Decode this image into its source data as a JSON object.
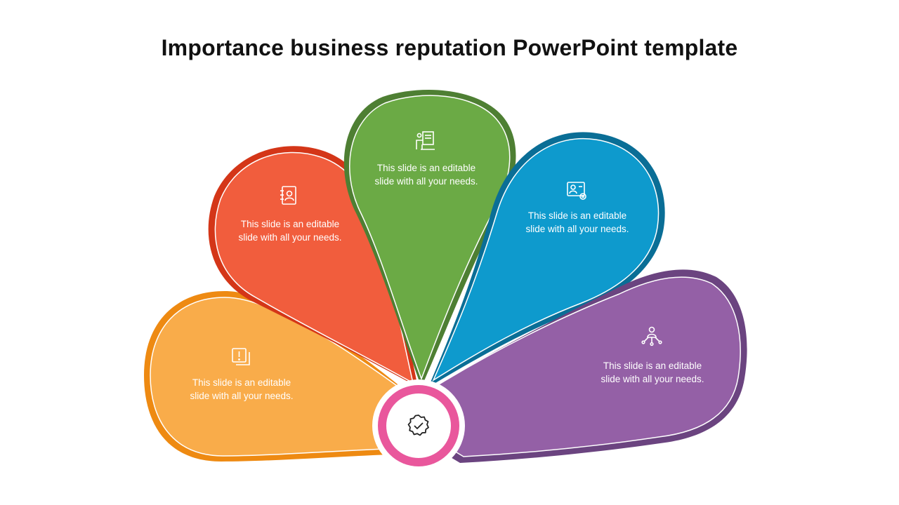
{
  "title": "Importance business reputation PowerPoint template",
  "colors": {
    "orange": "#F9AC4A",
    "orange_border": "#EE8A12",
    "red": "#F15D3D",
    "red_border": "#D43618",
    "green": "#6BAA45",
    "green_border": "#4E7F33",
    "blue": "#0E9ACD",
    "blue_border": "#0A6E96",
    "purple": "#9460A6",
    "purple_border": "#6B4480",
    "hub_ring": "#E9579C"
  },
  "petals": [
    {
      "id": "orange",
      "line1": "This slide is an editable",
      "line2": "slide with all your needs.",
      "icon": "alert-copy-icon"
    },
    {
      "id": "red",
      "line1": "This slide is an editable",
      "line2": "slide with all your needs.",
      "icon": "contact-book-icon"
    },
    {
      "id": "green",
      "line1": "This slide is an editable",
      "line2": "slide with all your needs.",
      "icon": "presenter-board-icon"
    },
    {
      "id": "blue",
      "line1": "This slide is an editable",
      "line2": "slide with all your needs.",
      "icon": "profile-settings-icon"
    },
    {
      "id": "purple",
      "line1": "This slide is an editable",
      "line2": "slide with all your needs.",
      "icon": "user-network-icon"
    }
  ],
  "hub": {
    "icon": "verified-badge-icon"
  }
}
